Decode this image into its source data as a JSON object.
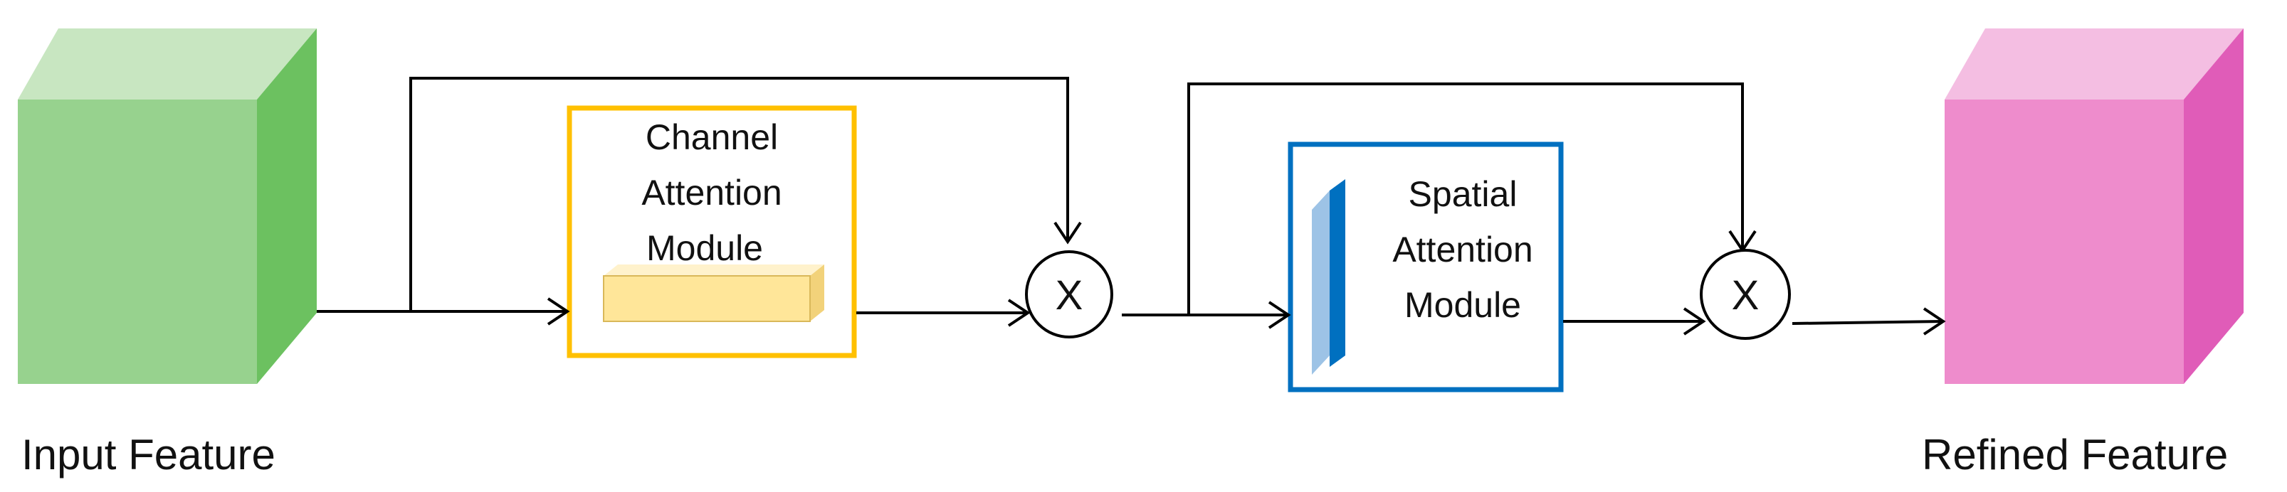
{
  "input_feature": {
    "label": "Input Feature",
    "colors": {
      "front": "#97D28E",
      "top": "#C8E6C1",
      "side": "#6CC160"
    }
  },
  "refined_feature": {
    "label": "Refined Feature",
    "colors": {
      "front": "#EE8CCC",
      "top": "#F4BEE2",
      "side": "#E05CB8"
    }
  },
  "channel_attention": {
    "lines": [
      "Channel",
      "Attention",
      "Module"
    ],
    "border_color": "#FFC000",
    "bar_colors": {
      "front": "#FFE699",
      "top": "#FFF2CC",
      "side": "#F2D27A"
    }
  },
  "spatial_attention": {
    "lines": [
      "Spatial",
      "Attention",
      "Module"
    ],
    "border_color": "#0070C0",
    "plate_colors": {
      "front": "#0070C0",
      "side": "#9DC3E6"
    }
  },
  "multiply_ops": [
    {
      "symbol": "X"
    },
    {
      "symbol": "X"
    }
  ],
  "line_color": "#000000"
}
